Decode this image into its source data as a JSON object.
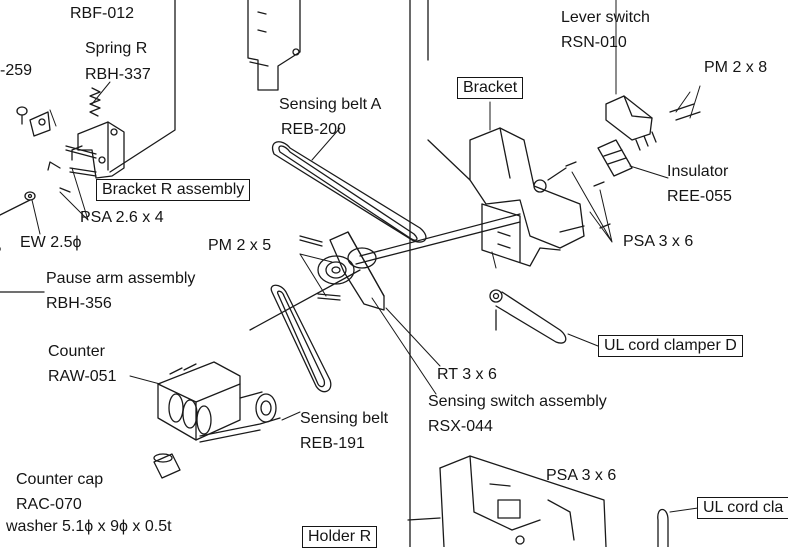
{
  "diagram": {
    "labels": {
      "rbf": "RBF-012",
      "spring_r_name": "Spring R",
      "spring_r_code": "RBH-337",
      "partial_left": "-259",
      "sensing_belt_a_name": "Sensing belt A",
      "sensing_belt_a_code": "REB-200",
      "lever_switch_name": "Lever switch",
      "lever_switch_code": "RSN-010",
      "pm_2x8": "PM 2 x 8",
      "bracket": "Bracket",
      "insulator_name": "Insulator",
      "insulator_code": "REE-055",
      "bracket_r_assembly": "Bracket R assembly",
      "psa_2_6x4": "PSA 2.6 x 4",
      "ew": "EW 2.5ϕ",
      "psa_3x6_right": "PSA 3 x 6",
      "pm_2x5": "PM 2 x 5",
      "pause_arm_name": "Pause arm assembly",
      "pause_arm_code": "RBH-356",
      "ul_cord_clamper_d": "UL cord clamper D",
      "counter_name": "Counter",
      "counter_code": "RAW-051",
      "rt_3x6": "RT 3 x 6",
      "sensing_switch_name": "Sensing switch assembly",
      "sensing_switch_code": "RSX-044",
      "sensing_belt_name": "Sensing belt",
      "sensing_belt_code": "REB-191",
      "psa_3x6_bottom": "PSA 3 x 6",
      "counter_cap_name": "Counter cap",
      "counter_cap_code": "RAC-070",
      "washer": "washer 5.1ϕ x 9ϕ x 0.5t",
      "holder_r": "Holder R",
      "ul_cord_partial": "UL cord cla"
    }
  }
}
